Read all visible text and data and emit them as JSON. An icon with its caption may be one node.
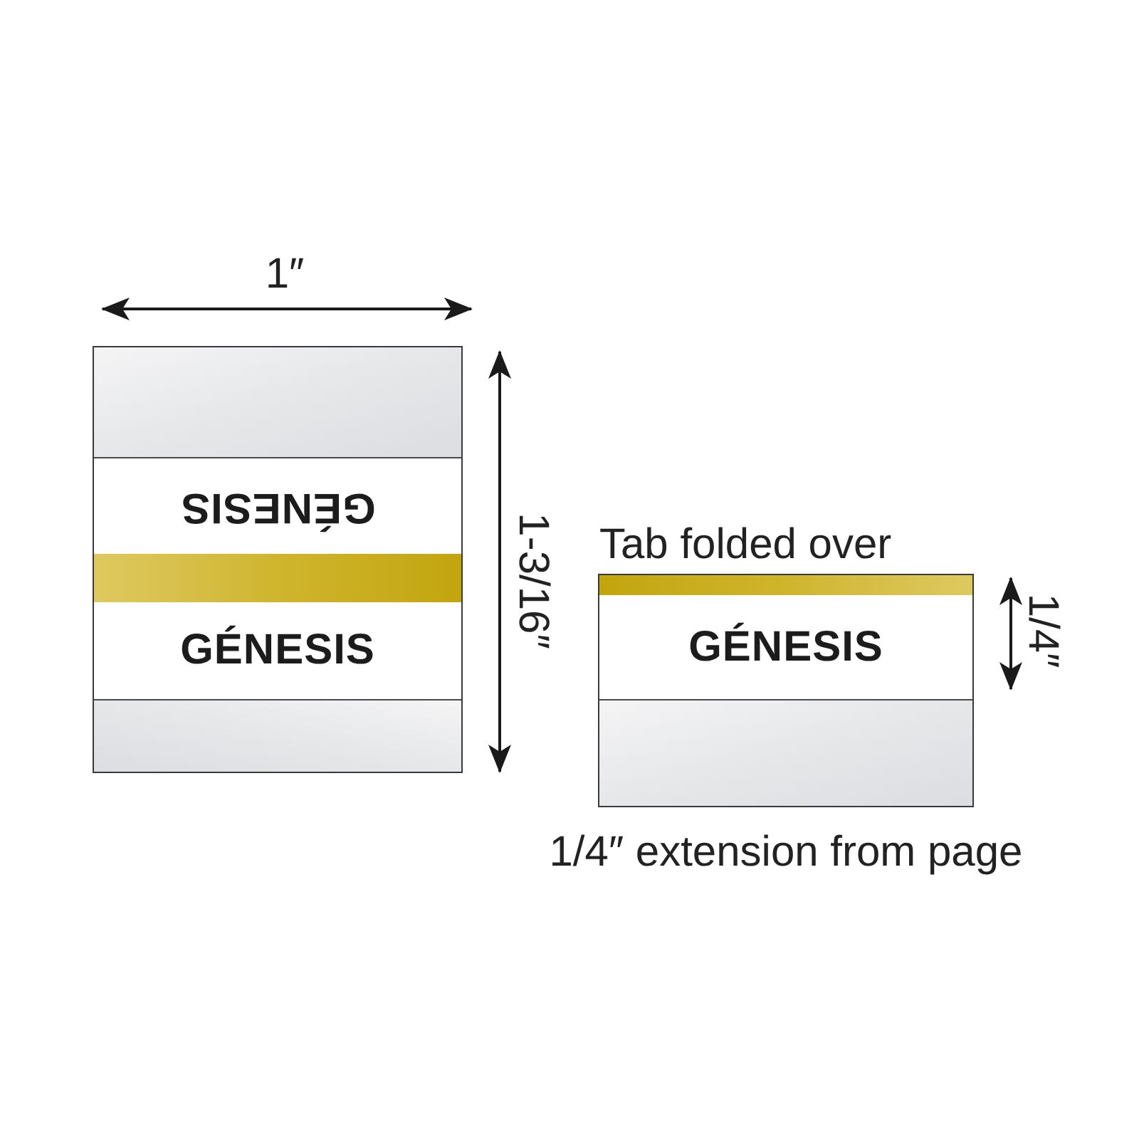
{
  "diagram": {
    "nodes": [
      {
        "text": [],
        "shape": "box"
      },
      {
        "text": [],
        "shape": "box",
        "in": 0
      },
      {
        "text": [
          "GÉNESIS"
        ],
        "in": 0
      },
      {
        "text": [],
        "shape": "bar",
        "in": 0
      },
      {
        "text": [
          "GÉNESIS"
        ],
        "in": 0
      },
      {
        "text": [],
        "shape": "box",
        "in": 0
      },
      {
        "text": [
          "Tab folded over"
        ],
        "beside": [
          "1/4″ extension from page"
        ]
      },
      {
        "text": [],
        "shape": "bar",
        "in": 6
      },
      {
        "text": [
          "GÉNESIS"
        ],
        "in": 6
      },
      {
        "text": [],
        "shape": "box",
        "in": 6
      }
    ],
    "labels": [
      "1″",
      "1-3/16″",
      "1/4″"
    ]
  }
}
